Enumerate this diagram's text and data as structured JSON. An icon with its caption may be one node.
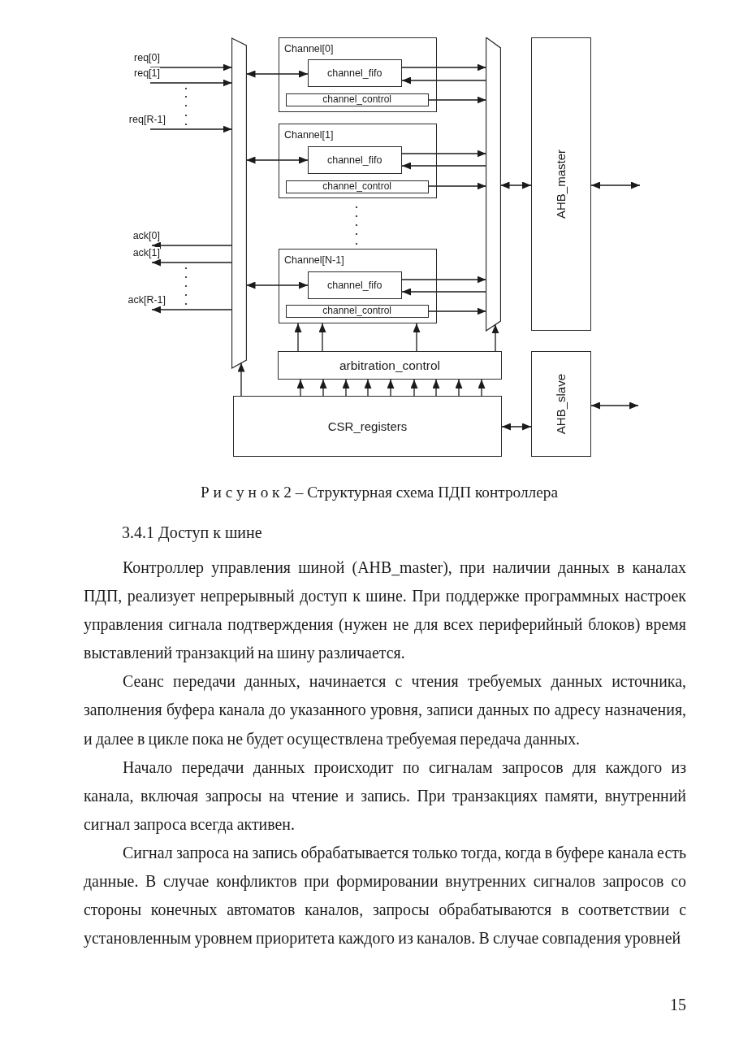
{
  "diagram": {
    "caption": "Р и с у н о к 2 – Структурная схема ПДП контроллера",
    "nodes": [
      {
        "text": [],
        "shape": "trapezoid"
      },
      {
        "text": [
          "Channel[0]"
        ]
      },
      {
        "text": [
          "channel_fifo"
        ],
        "in": 1
      },
      {
        "text": [
          "channel_control"
        ],
        "in": 1
      },
      {
        "text": [
          "Channel[1]"
        ]
      },
      {
        "text": [
          "channel_fifo"
        ],
        "in": 4
      },
      {
        "text": [
          "channel_control"
        ],
        "in": 4
      },
      {
        "text": [
          "Channel[N-1]"
        ]
      },
      {
        "text": [
          "channel_fifo"
        ],
        "in": 7
      },
      {
        "text": [
          "channel_control"
        ],
        "in": 7
      },
      {
        "text": [],
        "shape": "trapezoid"
      },
      {
        "text": [
          "AHB_master"
        ]
      },
      {
        "text": [
          "arbitration_control"
        ]
      },
      {
        "text": [
          "CSR_registers"
        ]
      },
      {
        "text": [
          "AHB_slave"
        ]
      }
    ],
    "edges": [
      {
        "from": null,
        "to": 0,
        "arrow": "to",
        "label": "req[0]"
      },
      {
        "from": null,
        "to": 0,
        "arrow": "to",
        "label": "req[1]"
      },
      {
        "from": null,
        "to": 0,
        "arrow": "to",
        "label": "req[R-1]"
      },
      {
        "from": 0,
        "to": null,
        "arrow": "to",
        "label": "ack[0]"
      },
      {
        "from": 0,
        "to": null,
        "arrow": "to",
        "label": "ack[1]"
      },
      {
        "from": 0,
        "to": null,
        "arrow": "to",
        "label": "ack[R-1]"
      },
      {
        "from": 0,
        "to": 2,
        "arrow": "both"
      },
      {
        "from": 2,
        "to": 10,
        "arrow": "to"
      },
      {
        "from": 10,
        "to": 2,
        "arrow": "to"
      },
      {
        "from": 3,
        "to": 10,
        "arrow": "to"
      },
      {
        "from": 0,
        "to": 5,
        "arrow": "both"
      },
      {
        "from": 5,
        "to": 10,
        "arrow": "to"
      },
      {
        "from": 10,
        "to": 5,
        "arrow": "to"
      },
      {
        "from": 6,
        "to": 10,
        "arrow": "to"
      },
      {
        "from": 0,
        "to": 8,
        "arrow": "both"
      },
      {
        "from": 8,
        "to": 10,
        "arrow": "to"
      },
      {
        "from": 10,
        "to": 8,
        "arrow": "to"
      },
      {
        "from": 9,
        "to": 10,
        "arrow": "to"
      },
      {
        "from": 10,
        "to": 11,
        "arrow": "both"
      },
      {
        "from": 11,
        "to": null,
        "arrow": "both"
      },
      {
        "from": 12,
        "to": 7,
        "arrow": "to"
      },
      {
        "from": 12,
        "to": 7,
        "arrow": "to"
      },
      {
        "from": 12,
        "to": 7,
        "arrow": "to"
      },
      {
        "from": 12,
        "to": 10,
        "arrow": "to"
      },
      {
        "from": 13,
        "to": 12,
        "arrow": "to"
      },
      {
        "from": 13,
        "to": 12,
        "arrow": "to"
      },
      {
        "from": 13,
        "to": 12,
        "arrow": "to"
      },
      {
        "from": 13,
        "to": 12,
        "arrow": "to"
      },
      {
        "from": 13,
        "to": 12,
        "arrow": "to"
      },
      {
        "from": 13,
        "to": 12,
        "arrow": "to"
      },
      {
        "from": 13,
        "to": 12,
        "arrow": "to"
      },
      {
        "from": 13,
        "to": 12,
        "arrow": "to"
      },
      {
        "from": 13,
        "to": 12,
        "arrow": "to"
      },
      {
        "from": 13,
        "to": 0,
        "arrow": "to"
      },
      {
        "from": 13,
        "to": 14,
        "arrow": "both"
      },
      {
        "from": 14,
        "to": null,
        "arrow": "both"
      }
    ],
    "labels": [
      "3.4.1 Доступ к шине",
      "Контроллер управления шиной (AHB_master), при наличии данных в каналах ПДП, реализует непрерывный доступ к шине. При поддержке программных настроек управления сигнала подтверждения (нужен не для всех периферийный блоков) время выставлений транзакций на шину различается.",
      "Сеанс передачи данных, начинается с чтения требуемых данных источника, заполнения буфера канала до указанного уровня, записи данных по адресу назначения, и далее в цикле пока не будет осуществлена требуемая передача данных.",
      "Начало передачи данных происходит по сигналам запросов для каждого из канала, включая запросы на чтение и запись. При транзакциях памяти, внутренний сигнал запроса всегда активен.",
      "Сигнал запроса на запись обрабатывается только тогда, когда в буфере канала есть данные. В случае конфликтов при формировании внутренних сигналов запросов со стороны конечных автоматов каналов, запросы обрабатываются в соответствии с установленным уровнем приоритета каждого из каналов. В случае совпадения уровней",
      "15"
    ]
  }
}
